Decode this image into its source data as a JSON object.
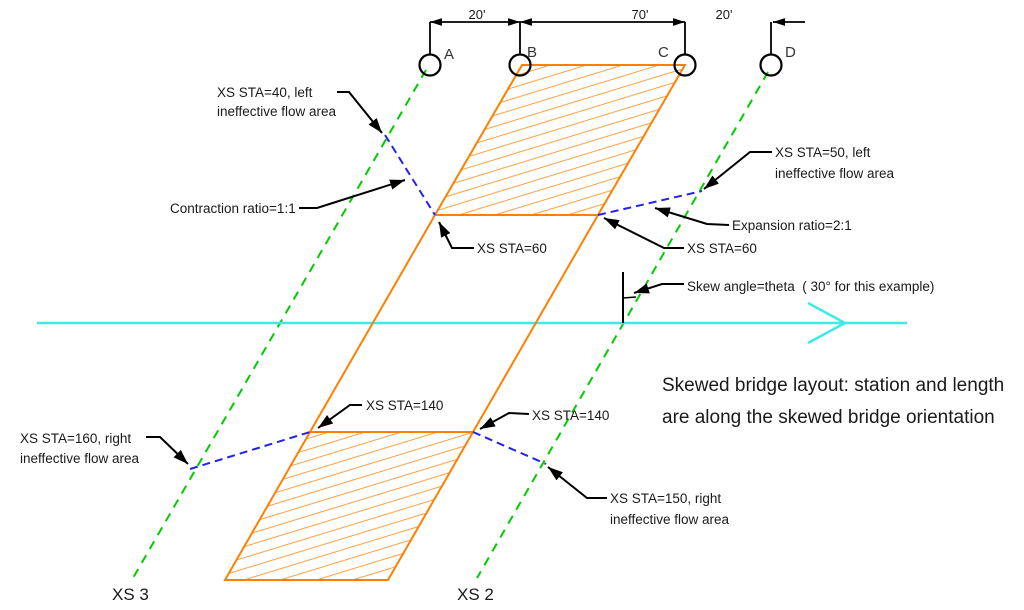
{
  "diagram": {
    "note": {
      "line1": "Skewed bridge layout: station and length",
      "line2": "are along the skewed bridge orientation"
    },
    "dimensions": {
      "ab": "20'",
      "bc": "70'",
      "cd": "20'"
    },
    "piers": {
      "a": "A",
      "b": "B",
      "c": "C",
      "d": "D"
    },
    "cross_sections": {
      "xs3": "XS 3",
      "xs2": "XS 2"
    },
    "annotations": {
      "xs40_line1": "XS STA=40, left",
      "xs40_line2": "ineffective flow area",
      "contraction": "Contraction ratio=1:1",
      "xs60_left": "XS STA=60",
      "xs50_line1": "XS STA=50, left",
      "xs50_line2": "ineffective flow area",
      "expansion": "Expansion ratio=2:1",
      "xs60_right": "XS STA=60",
      "skew_angle": "Skew angle=theta  ( 30° for this example)",
      "xs160_line1": "XS STA=160, right",
      "xs160_line2": "ineffective flow area",
      "xs140_left": "XS STA=140",
      "xs140_right": "XS STA=140",
      "xs150_line1": "XS STA=150, right",
      "xs150_line2": "ineffective flow area"
    },
    "colors": {
      "bridge_orange": "#FF8000",
      "hatch_orange": "#FFA040",
      "xs_line_green": "#00CC00",
      "ineffective_blue": "#2222EE",
      "stream_cyan": "#40E8E8",
      "line_black": "#000000"
    }
  }
}
